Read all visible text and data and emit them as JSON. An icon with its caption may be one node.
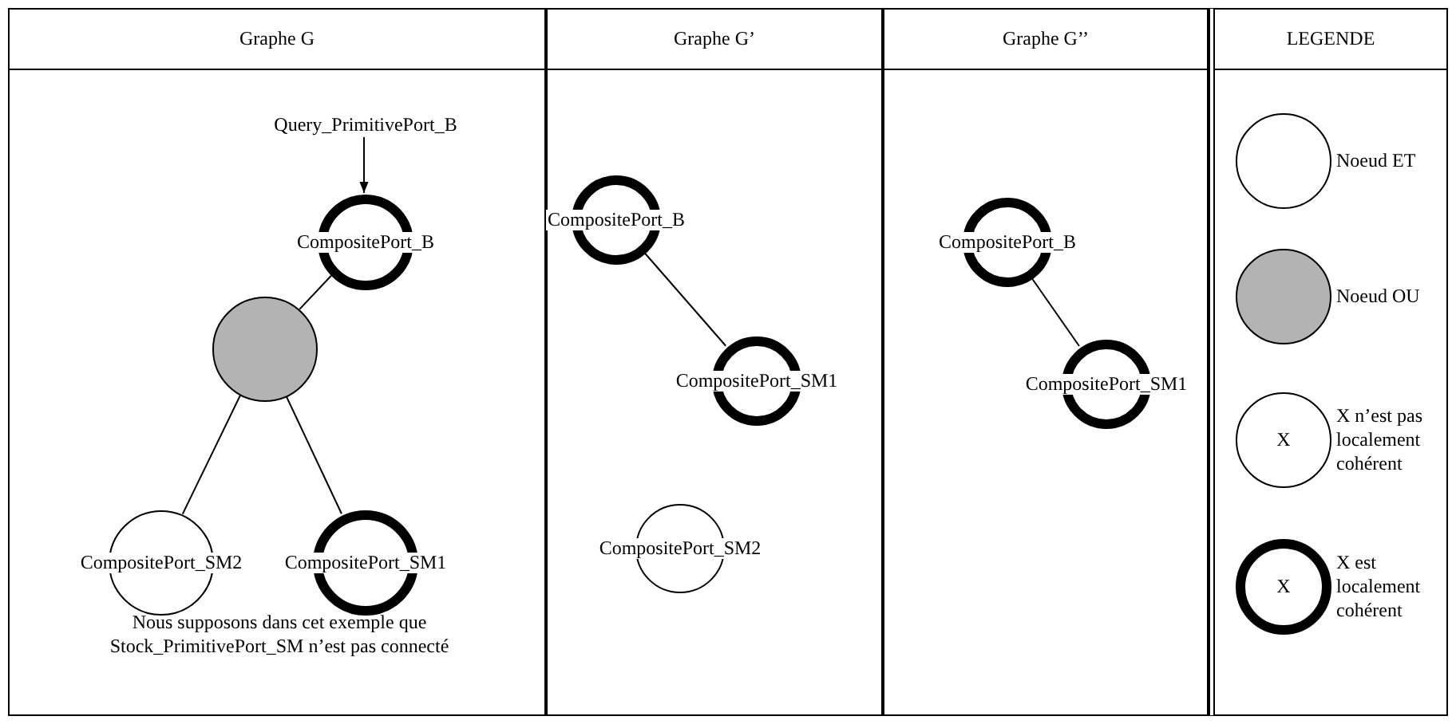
{
  "diagram": {
    "nodes": [
      {
        "text": [
          "Graphe G"
        ]
      },
      {
        "text": [
          "Query_PrimitivePort_B"
        ],
        "in": 0
      },
      {
        "text": [
          "CompositePort_B"
        ],
        "in": 0
      },
      {
        "text": [],
        "shape": "circle",
        "in": 0
      },
      {
        "text": [
          "CompositePort_SM2"
        ],
        "in": 0
      },
      {
        "text": [
          "CompositePort_SM1"
        ],
        "in": 0
      },
      {
        "text": [
          "Graphe G’"
        ]
      },
      {
        "text": [
          "CompositePort_B"
        ],
        "in": 6
      },
      {
        "text": [
          "CompositePort_SM1"
        ],
        "in": 6
      },
      {
        "text": [
          "CompositePort_SM2"
        ],
        "in": 6
      },
      {
        "text": [
          "Graphe G’’"
        ]
      },
      {
        "text": [
          "CompositePort_B"
        ],
        "in": 10
      },
      {
        "text": [
          "CompositePort_SM1"
        ],
        "in": 10
      },
      {
        "text": [
          "LEGENDE"
        ]
      }
    ],
    "edges": [
      {
        "from": 1,
        "to": 2,
        "arrow": "to"
      },
      {
        "from": 2,
        "to": 3,
        "arrow": "none"
      },
      {
        "from": 3,
        "to": 4,
        "arrow": "none"
      },
      {
        "from": 3,
        "to": 5,
        "arrow": "none"
      },
      {
        "from": 7,
        "to": 8,
        "arrow": "none"
      },
      {
        "from": 11,
        "to": 12,
        "arrow": "none"
      }
    ],
    "labels": [
      "Nous supposons dans cet exemple que Stock_PrimitivePort_SM n’est pas connecté",
      "X",
      "X"
    ],
    "legend": [
      {
        "text": "Noeud ET"
      },
      {
        "text": "Noeud OU"
      },
      {
        "text": "X n’est pas localement cohérent"
      },
      {
        "text": "X est localement cohérent"
      }
    ]
  }
}
